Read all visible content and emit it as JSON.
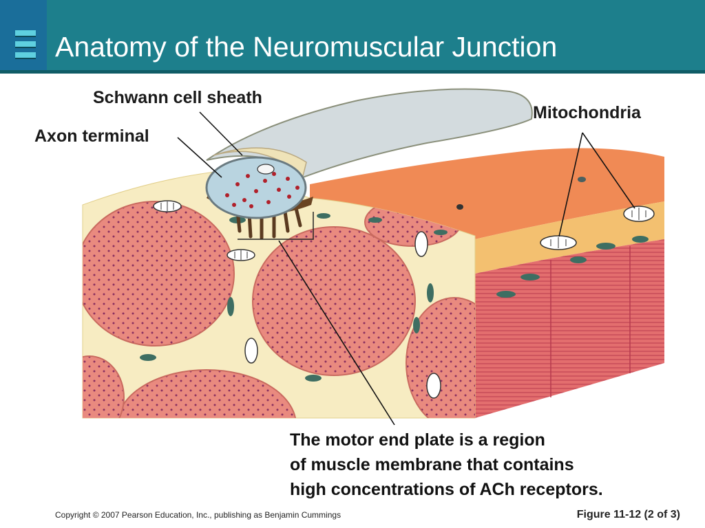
{
  "slide": {
    "title": "Anatomy of the Neuromuscular Junction",
    "copyright": "Copyright © 2007 Pearson Education, Inc., publishing as Benjamin Cummings",
    "figure": "Figure 11-12 (2 of 3)"
  },
  "labels": {
    "schwann": "Schwann cell sheath",
    "axon": "Axon terminal",
    "mitochondria": "Mitochondria"
  },
  "caption": {
    "part1": "The ",
    "highlight": "motor end plate",
    "part2": " is a region",
    "line2": "of muscle membrane that contains",
    "line3": "high concentrations of ACh receptors."
  },
  "colors": {
    "header": "#1d7f8c",
    "muscle_fiber": "#e8837a",
    "connective": "#f6ecc0",
    "membrane_band": "#f2c276",
    "sheath": "#cfd8dc"
  }
}
